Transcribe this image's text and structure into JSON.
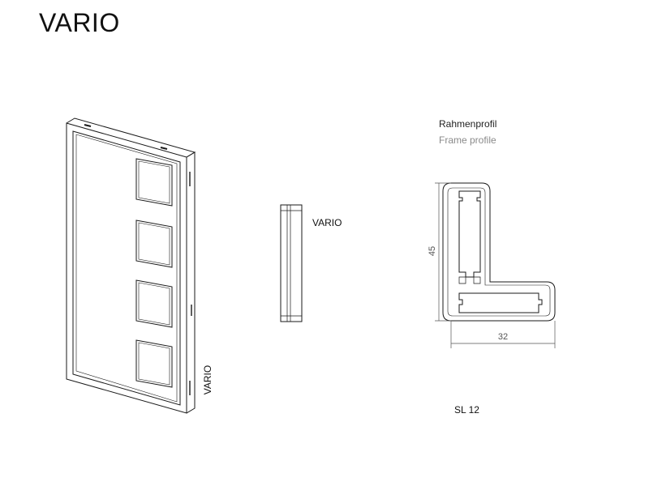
{
  "title": "VARIO",
  "frame_profile": {
    "label_de": "Rahmenprofil",
    "label_en": "Frame profile",
    "dim_height": "45",
    "dim_width": "32",
    "profile_code": "SL 12"
  },
  "side_view": {
    "label": "VARIO"
  },
  "frame_view": {
    "label": "VARIO",
    "panel_count": 4
  },
  "colors": {
    "line": "#1a1a1a",
    "dimension": "#555555",
    "secondary_text": "#8a8a8a"
  }
}
